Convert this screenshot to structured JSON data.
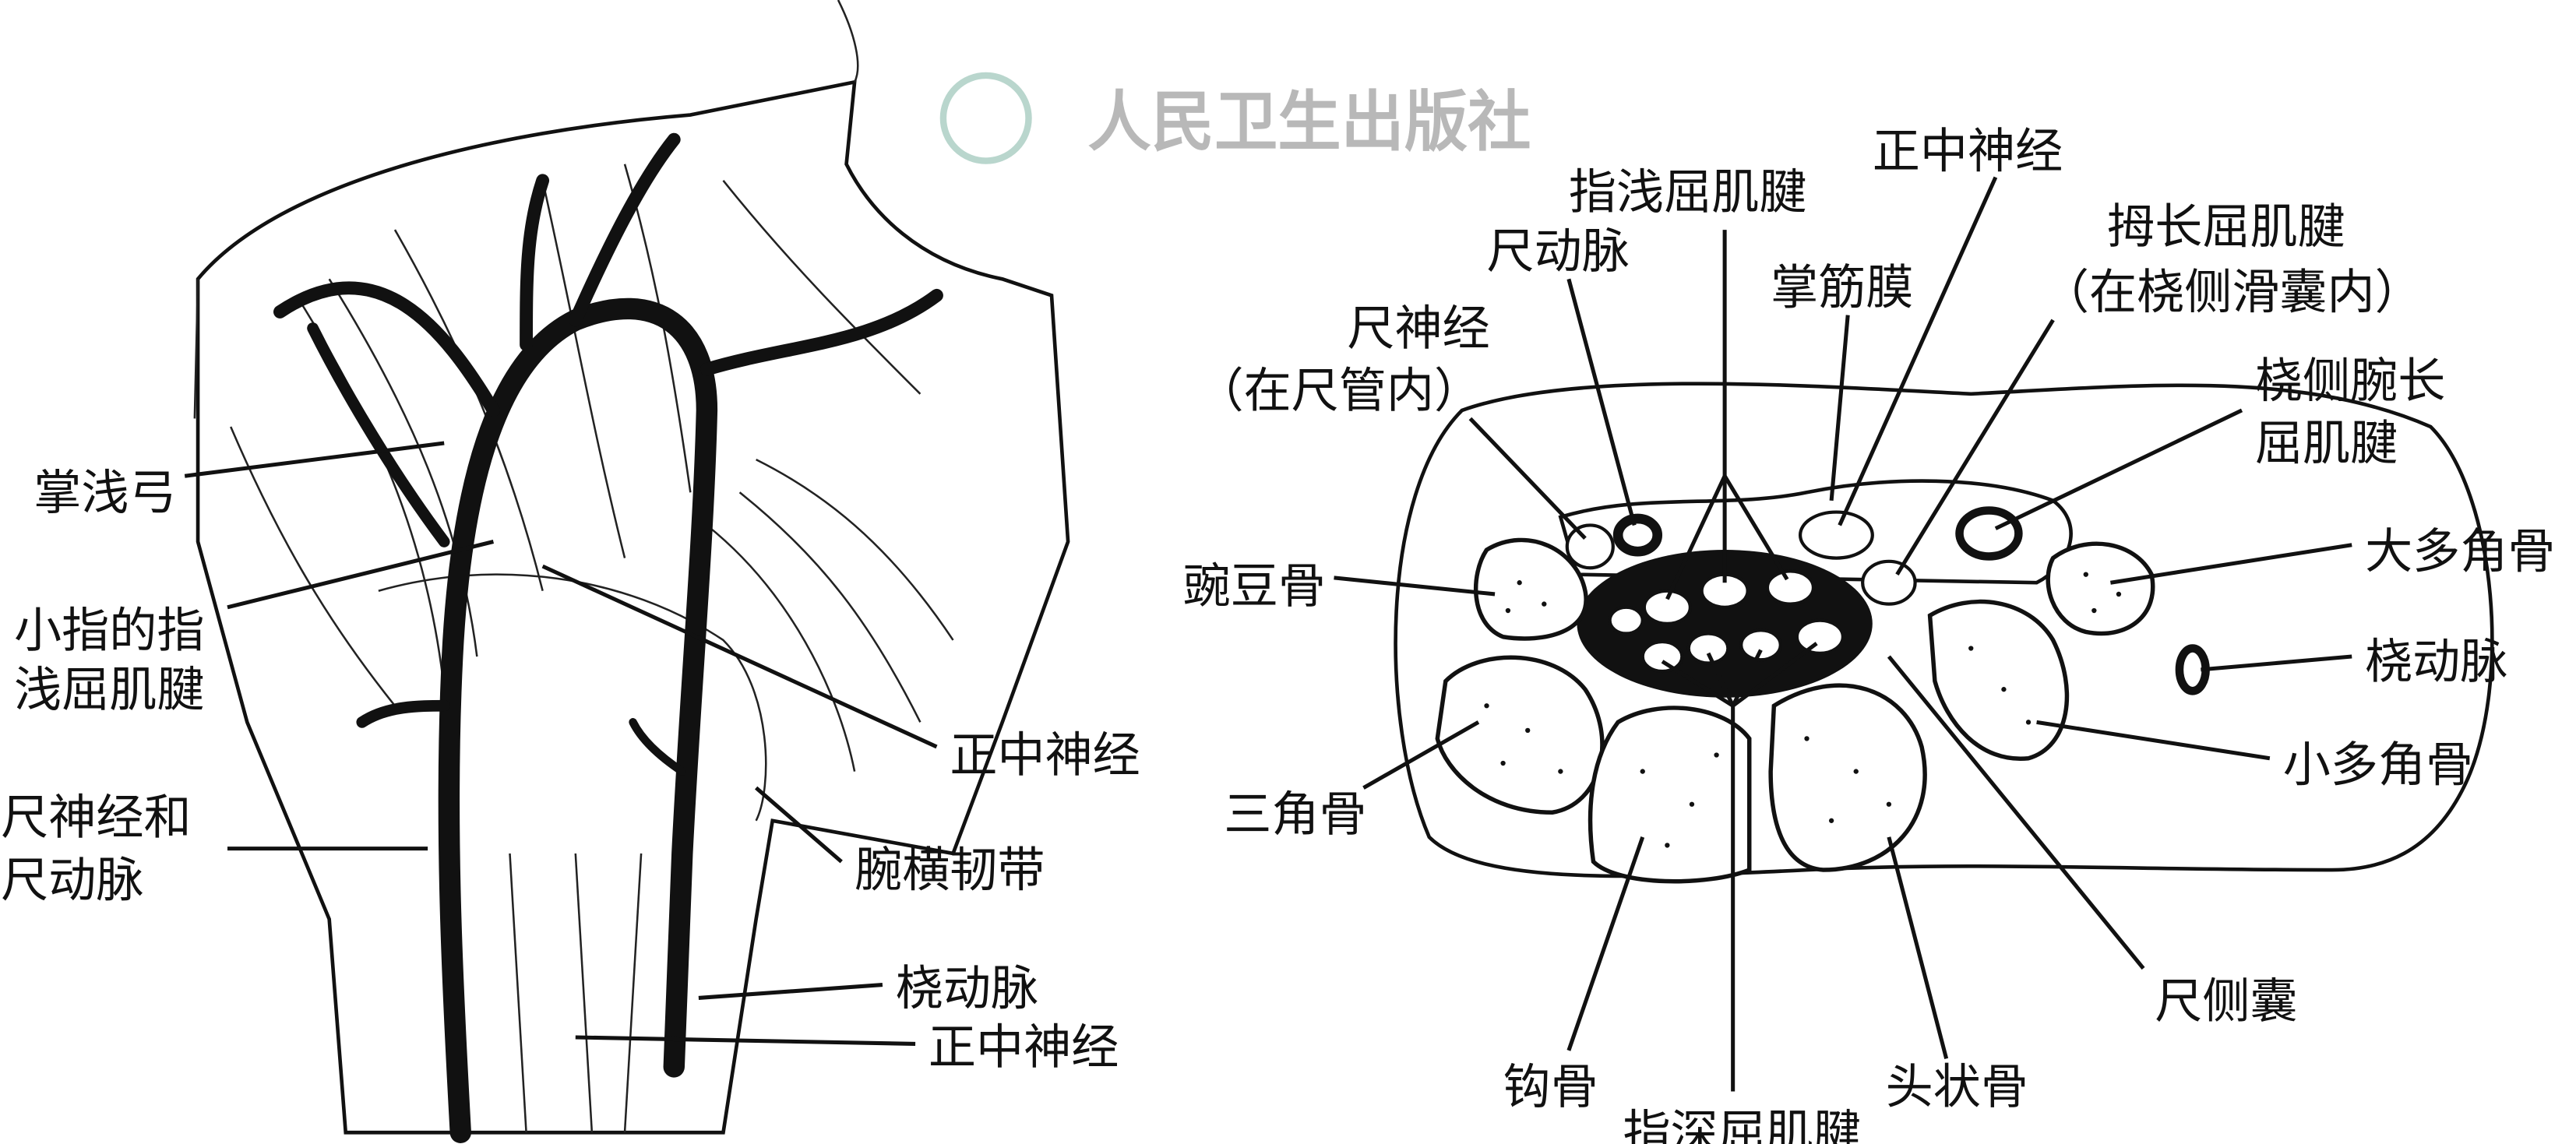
{
  "watermark": "人民卫生出版社",
  "left_figure": {
    "labels": {
      "superficial_palmar_arch": "掌浅弓",
      "little_finger_fds_1": "小指的指",
      "little_finger_fds_2": "浅屈肌腱",
      "ulnar_nerve_artery_1": "尺神经和",
      "ulnar_nerve_artery_2": "尺动脉",
      "median_nerve_upper": "正中神经",
      "transverse_carpal_ligament": "腕横韧带",
      "radial_artery": "桡动脉",
      "median_nerve_lower": "正中神经"
    }
  },
  "right_figure": {
    "labels": {
      "median_nerve": "正中神经",
      "fds_tendons": "指浅屈肌腱",
      "ulnar_artery": "尺动脉",
      "palmar_fascia": "掌筋膜",
      "fpl_1": "拇长屈肌腱",
      "fpl_2": "（在桡侧滑囊内）",
      "ulnar_nerve_1": "尺神经",
      "ulnar_nerve_2": "（在尺管内）",
      "fcr_1": "桡侧腕长",
      "fcr_2": "屈肌腱",
      "trapezium": "大多角骨",
      "pisiform": "豌豆骨",
      "radial_artery": "桡动脉",
      "trapezoid": "小多角骨",
      "triquetrum": "三角骨",
      "ulnar_bursa": "尺侧囊",
      "hamate": "钩骨",
      "fdp_tendons": "指深屈肌腱",
      "capitate": "头状骨"
    }
  }
}
